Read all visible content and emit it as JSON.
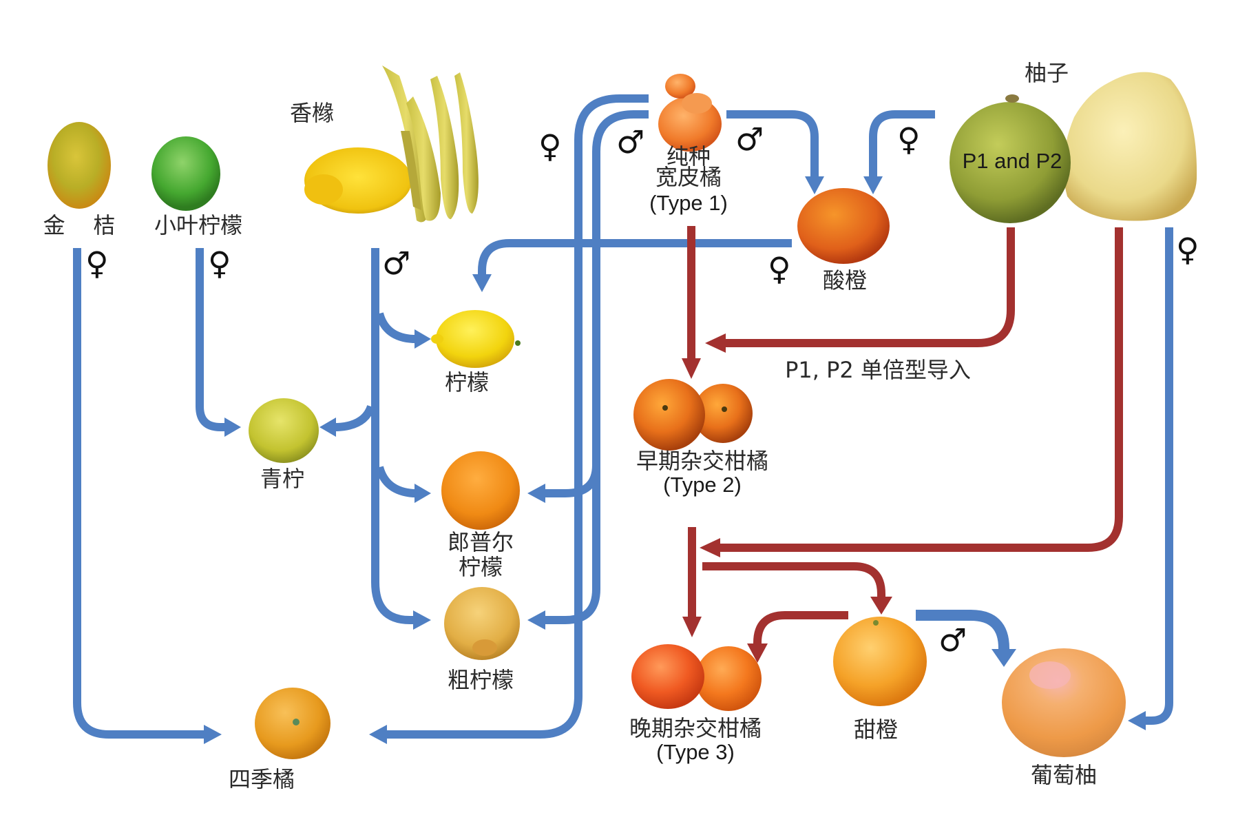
{
  "figure": {
    "title": "Citrus ancestry / hybridization diagram",
    "colors": {
      "maternal_paternal_cross": "#4f7fc3",
      "introgression": "#a3312f",
      "label_text": "#2a2a2a"
    },
    "symbols": {
      "female": "♀",
      "male": "♂"
    },
    "fruits": {
      "kumquat": {
        "label": "金    桔"
      },
      "papeda": {
        "label": "小叶柠檬"
      },
      "citron": {
        "label": "香橼"
      },
      "mandarin": {
        "label_line1": "纯种",
        "label_line2": "宽皮橘",
        "label_line3": "(Type 1)"
      },
      "sour_orange": {
        "label": "酸橙"
      },
      "pummelo": {
        "label": "柚子",
        "overlay": "P1 and P2"
      },
      "lemon": {
        "label": "柠檬"
      },
      "lime": {
        "label": "青柠"
      },
      "rangpur": {
        "label_line1": "郎普尔",
        "label_line2": "柠檬"
      },
      "rough_lemon": {
        "label": "粗柠檬"
      },
      "early_hybrid": {
        "label_line1": "早期杂交柑橘",
        "label_line2": "(Type 2)"
      },
      "late_hybrid": {
        "label_line1": "晚期杂交柑橘",
        "label_line2": "(Type 3)"
      },
      "sweet_orange": {
        "label": "甜橙"
      },
      "grapefruit": {
        "label": "葡萄柚"
      },
      "calamondin": {
        "label": "四季橘"
      }
    },
    "annotations": {
      "introgression_note": "P1, P2 单倍型导入"
    },
    "sex_markers": [
      {
        "id": "kumquat",
        "symbol": "♀"
      },
      {
        "id": "papeda",
        "symbol": "♀"
      },
      {
        "id": "citron",
        "symbol": "♂"
      },
      {
        "id": "mandarin-left-outer",
        "symbol": "♀"
      },
      {
        "id": "mandarin-left-inner",
        "symbol": "♂"
      },
      {
        "id": "mandarin-right",
        "symbol": "♂"
      },
      {
        "id": "pummelo-to-sour",
        "symbol": "♀"
      },
      {
        "id": "sour-to-lemon",
        "symbol": "♀"
      },
      {
        "id": "pummelo-to-grapefruit",
        "symbol": "♀"
      },
      {
        "id": "sweet-to-grapefruit",
        "symbol": "♂"
      }
    ]
  }
}
